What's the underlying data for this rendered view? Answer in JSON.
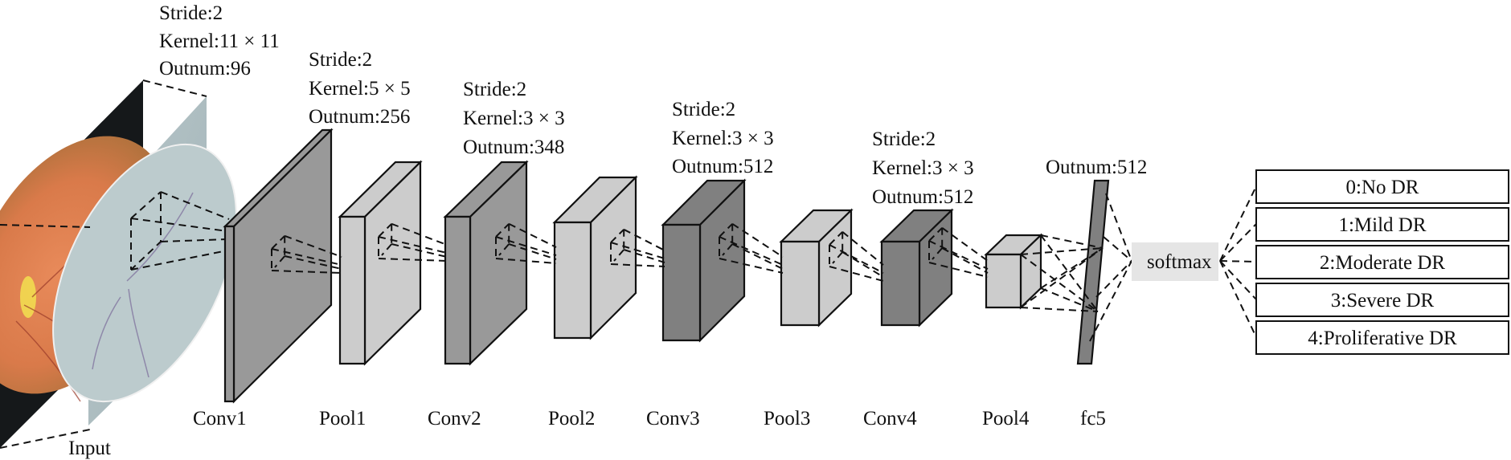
{
  "diagram": {
    "title": "CNN architecture for diabetic retinopathy grading",
    "colors": {
      "conv_front": "#999999",
      "conv_dark": "#808080",
      "pool": "#cccccc",
      "fc": "#808080",
      "softmax_bg": "#e5e5e5",
      "outline": "#111111"
    },
    "input": {
      "label": "Input"
    },
    "layers": [
      {
        "id": "conv1",
        "label": "Conv1",
        "type": "conv",
        "params": [
          "Stride:2",
          "Kernel:11 × 11",
          "Outnum:96"
        ]
      },
      {
        "id": "pool1",
        "label": "Pool1",
        "type": "pool",
        "params": [
          "Stride:2",
          "Kernel:5 × 5",
          "Outnum:256"
        ]
      },
      {
        "id": "conv2",
        "label": "Conv2",
        "type": "conv",
        "params": [
          "Stride:2",
          "Kernel:3 × 3",
          "Outnum:348"
        ]
      },
      {
        "id": "pool2",
        "label": "Pool2",
        "type": "pool",
        "params": []
      },
      {
        "id": "conv3",
        "label": "Conv3",
        "type": "conv",
        "params": [
          "Stride:2",
          "Kernel:3 × 3",
          "Outnum:512"
        ]
      },
      {
        "id": "pool3",
        "label": "Pool3",
        "type": "pool",
        "params": []
      },
      {
        "id": "conv4",
        "label": "Conv4",
        "type": "conv",
        "params": [
          "Stride:2",
          "Kernel:3 × 3",
          "Outnum:512"
        ]
      },
      {
        "id": "pool4",
        "label": "Pool4",
        "type": "pool",
        "params": []
      },
      {
        "id": "fc5",
        "label": "fc5",
        "type": "fc",
        "params": [
          "Outnum:512"
        ]
      }
    ],
    "softmax": {
      "label": "softmax"
    },
    "classes": [
      "0:No DR",
      "1:Mild DR",
      "2:Moderate DR",
      "3:Severe DR",
      "4:Proliferative DR"
    ]
  }
}
